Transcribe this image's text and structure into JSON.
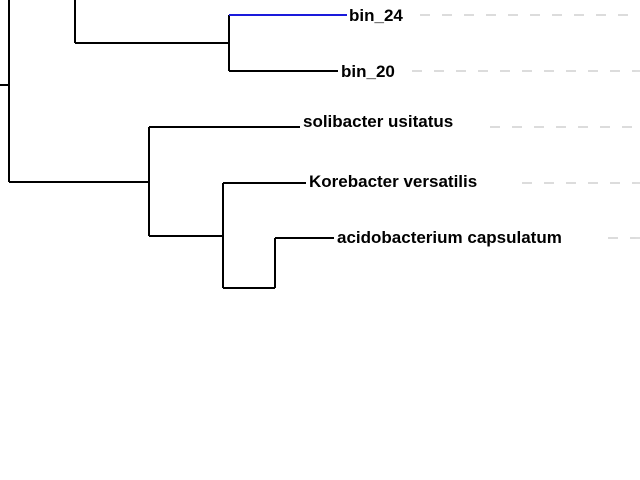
{
  "tree": {
    "leaves": [
      {
        "id": "bin_24",
        "label": "bin_24",
        "highlighted": true
      },
      {
        "id": "bin_20",
        "label": "bin_20",
        "highlighted": false
      },
      {
        "id": "solibacter",
        "label": "solibacter usitatus",
        "highlighted": false
      },
      {
        "id": "korebacter",
        "label": "Korebacter versatilis",
        "highlighted": false
      },
      {
        "id": "acidobacterium",
        "label": "acidobacterium capsulatum",
        "highlighted": false
      }
    ],
    "colors": {
      "branch": "#000000",
      "highlight_branch": "#1a1adb",
      "guide": "#c8c8c8",
      "background": "#ffffff"
    }
  }
}
